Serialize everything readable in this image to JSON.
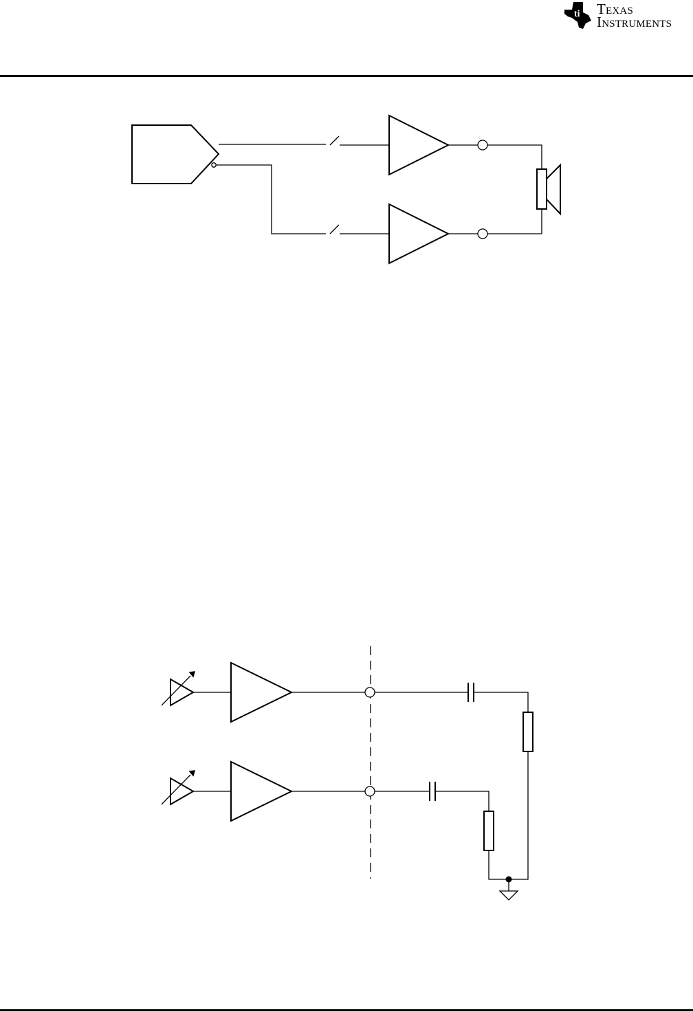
{
  "header": {
    "logo": {
      "line1": "Texas",
      "line2": "Instruments",
      "icon": "ti-state-logo-icon"
    }
  },
  "figures": [
    {
      "id": "figure-1",
      "description_visible_text": "",
      "components": [
        "source-block",
        "switch",
        "switch",
        "amplifier",
        "amplifier",
        "output-terminal",
        "output-terminal",
        "speaker"
      ]
    },
    {
      "id": "figure-2",
      "description_visible_text": "",
      "components": [
        "adjustable-source",
        "adjustable-source",
        "amplifier",
        "amplifier",
        "output-terminal",
        "output-terminal",
        "capacitor",
        "capacitor",
        "resistor",
        "resistor",
        "ground"
      ]
    }
  ],
  "colors": {
    "ink": "#000000",
    "paper": "#ffffff"
  }
}
